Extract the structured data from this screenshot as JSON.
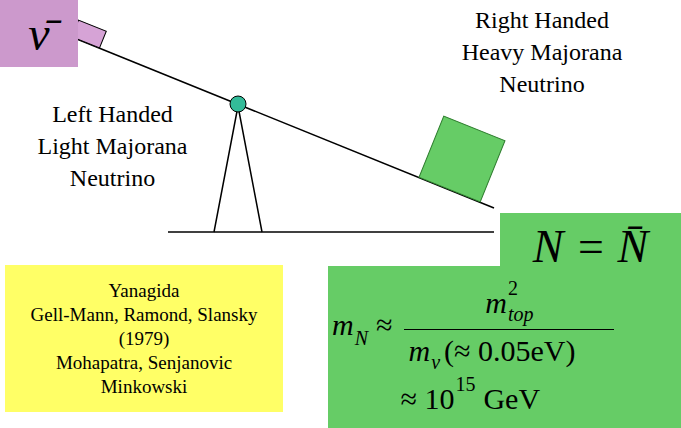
{
  "diagram": {
    "nodes": [
      {
        "text": [
          "ν̄"
        ]
      },
      {
        "text": [
          "Yanagida",
          "Gell-Mann, Ramond, Slansky (1979)",
          "Mohapatra, Senjanovic Minkowski"
        ]
      },
      {
        "text": [
          "N = N̄"
        ]
      },
      {
        "text": [
          "m",
          "N",
          "≈",
          "m",
          "2",
          "top",
          "m",
          "ν",
          "(≈ 0.05eV)",
          "≈ 10",
          "15",
          "GeV"
        ]
      }
    ],
    "labels": [
      "Right Handed Heavy Majorana Neutrino",
      "Left Handed Light Majorana Neutrino"
    ]
  }
}
